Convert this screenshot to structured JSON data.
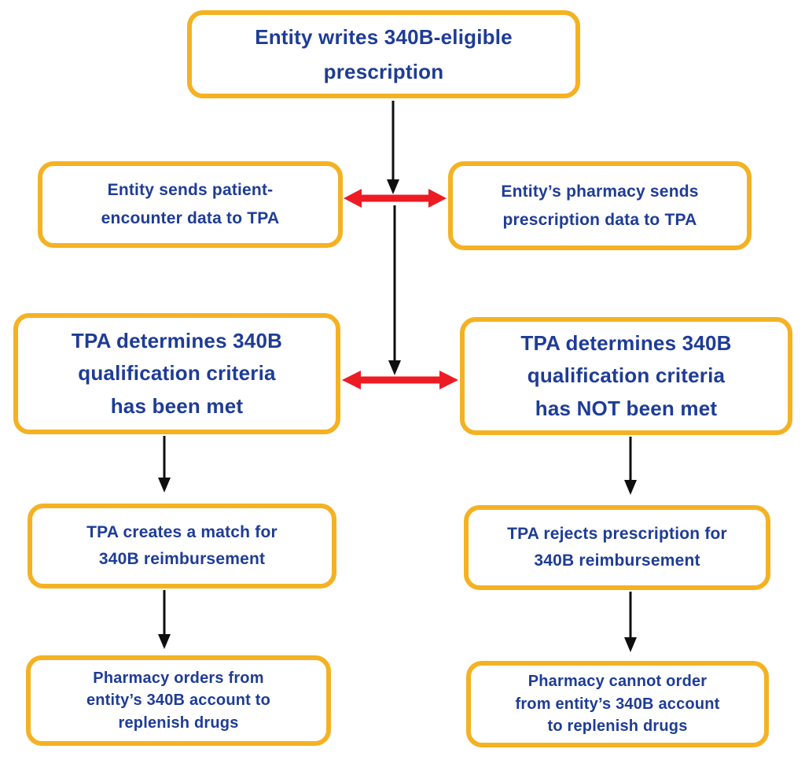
{
  "colors": {
    "box_border": "#F4B223",
    "box_text": "#1E3C96",
    "flow_arrow": "#0E0E0E",
    "bidi_arrow": "#ED1C24",
    "background": "#FFFFFF"
  },
  "nodes": {
    "write_prescription": {
      "label": "Entity writes 340B-eligible\nprescription"
    },
    "entity_sends_data": {
      "label": "Entity sends patient-\nencounter data to TPA"
    },
    "pharmacy_sends_data": {
      "label": "Entity’s pharmacy sends\nprescription data to TPA"
    },
    "criteria_met": {
      "label": "TPA determines 340B\nqualification criteria\nhas been met"
    },
    "criteria_not_met": {
      "label": "TPA determines 340B\nqualification criteria\nhas NOT been met"
    },
    "creates_match": {
      "label": "TPA creates a match for\n340B reimbursement"
    },
    "rejects_prescription": {
      "label": "TPA rejects prescription for\n340B reimbursement"
    },
    "pharmacy_orders": {
      "label": "Pharmacy orders from\nentity’s 340B account to\nreplenish drugs"
    },
    "pharmacy_cannot_order": {
      "label": "Pharmacy cannot order\nfrom entity’s 340B account\nto replenish drugs"
    }
  }
}
